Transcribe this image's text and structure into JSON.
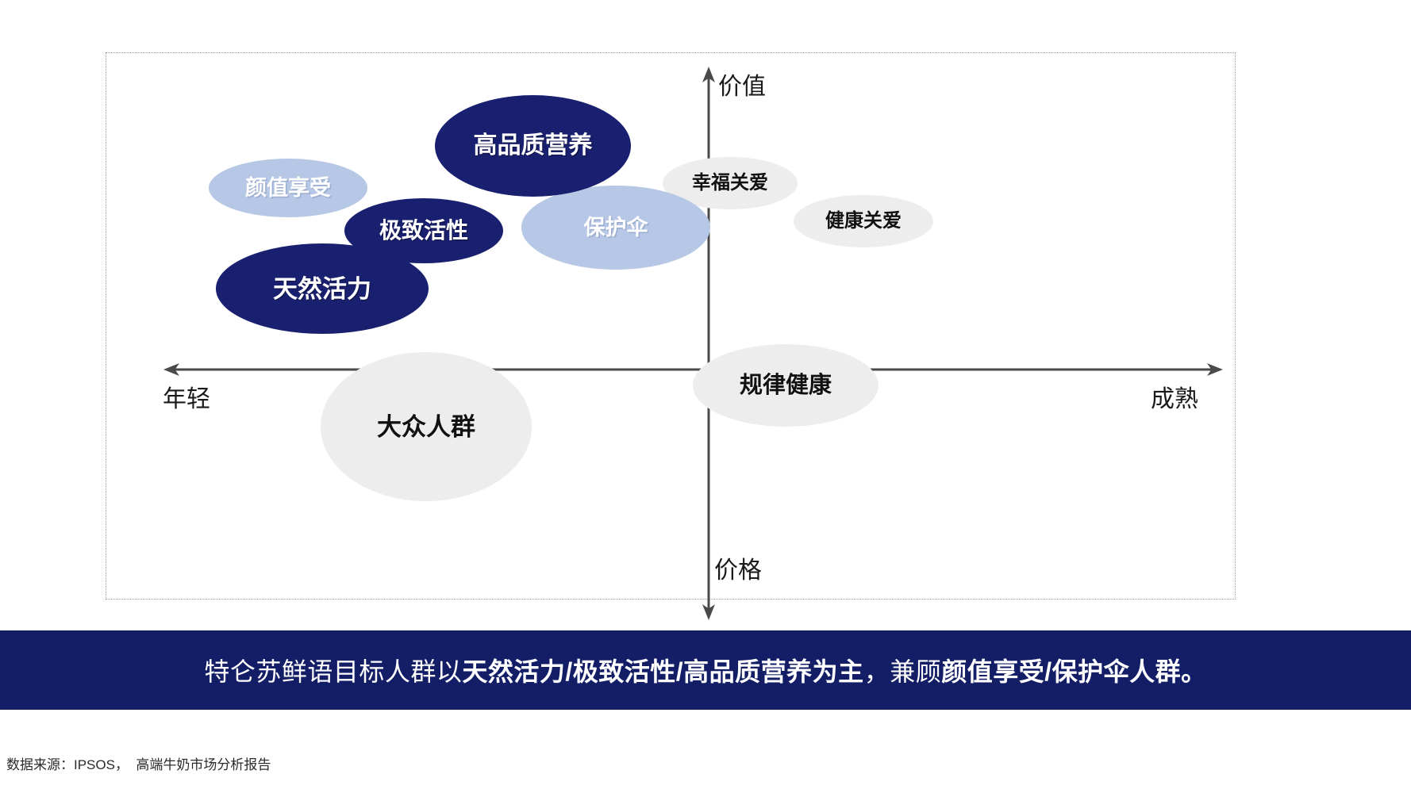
{
  "chart_data": {
    "type": "scatter",
    "title": "",
    "xlabel_left": "年轻",
    "xlabel_right": "成熟",
    "ylabel_top": "价值",
    "ylabel_bottom": "价格",
    "xlim": [
      0,
      100
    ],
    "ylim": [
      0,
      100
    ],
    "grid": false,
    "legend": "none",
    "axes_style": "two-way arrows, origin crossing",
    "bubbles": [
      {
        "label": "高品质营养",
        "x": 40.5,
        "y": 78.5,
        "rx": 99,
        "ry": 64,
        "style": "dark",
        "color": "#1a2070",
        "text_color": "#ffffff"
      },
      {
        "label": "颜值享受",
        "x": 20.0,
        "y": 68.5,
        "rx": 95,
        "ry": 41,
        "style": "light",
        "color": "#b7c7e6",
        "text_color": "#ffffff"
      },
      {
        "label": "极致活性",
        "x": 31.5,
        "y": 61.0,
        "rx": 96,
        "ry": 41,
        "style": "dark",
        "color": "#1a2070",
        "text_color": "#ffffff"
      },
      {
        "label": "保护伞",
        "x": 52.0,
        "y": 60.0,
        "rx": 119,
        "ry": 53,
        "style": "light",
        "color": "#b7c7e6",
        "text_color": "#ffffff"
      },
      {
        "label": "天然活力",
        "x": 17.5,
        "y": 50.0,
        "rx": 132,
        "ry": 57,
        "style": "dark",
        "color": "#1a2070",
        "text_color": "#ffffff"
      },
      {
        "label": "幸福关爱",
        "x": 62.5,
        "y": 69.0,
        "rx": 85,
        "ry": 33,
        "style": "grey",
        "color": "#ededed",
        "text_color": "#111111"
      },
      {
        "label": "健康关爱",
        "x": 74.0,
        "y": 63.5,
        "rx": 88,
        "ry": 33,
        "style": "grey",
        "color": "#ededed",
        "text_color": "#111111"
      },
      {
        "label": "大众人群",
        "x": 30.5,
        "y": 25.0,
        "rx": 133,
        "ry": 94,
        "style": "grey",
        "color": "#ededed",
        "text_color": "#111111"
      },
      {
        "label": "规律健康",
        "x": 65.0,
        "y": 32.0,
        "rx": 117,
        "ry": 52,
        "style": "grey",
        "color": "#ededed",
        "text_color": "#111111"
      }
    ]
  },
  "chart": {
    "axis_labels": {
      "value": "价值",
      "price": "价格",
      "young": "年轻",
      "mature": "成熟"
    },
    "bubbles": [
      {
        "label": "高品质营养"
      },
      {
        "label": "颜值享受"
      },
      {
        "label": "极致活性"
      },
      {
        "label": "保护伞"
      },
      {
        "label": "天然活力"
      },
      {
        "label": "幸福关爱"
      },
      {
        "label": "健康关爱"
      },
      {
        "label": "大众人群"
      },
      {
        "label": "规律健康"
      }
    ]
  },
  "banner": {
    "part1": "特仑苏鲜语目标人群以",
    "part2": "天然活力/极致活性/高品质营养为主",
    "part3": "，兼顾",
    "part4": "颜值享受/保护伞人群。",
    "background_color": "#141e66",
    "text_color": "#ffffff"
  },
  "footnote": {
    "text": "数据来源：IPSOS，  高端牛奶市场分析报告"
  },
  "colors": {
    "dark_navy": "#1a2070",
    "light_blue": "#b7c7e6",
    "grey": "#ededed",
    "banner_navy": "#141e66",
    "axis": "#4a4a4a",
    "frame_border": "#9a9a9a"
  }
}
